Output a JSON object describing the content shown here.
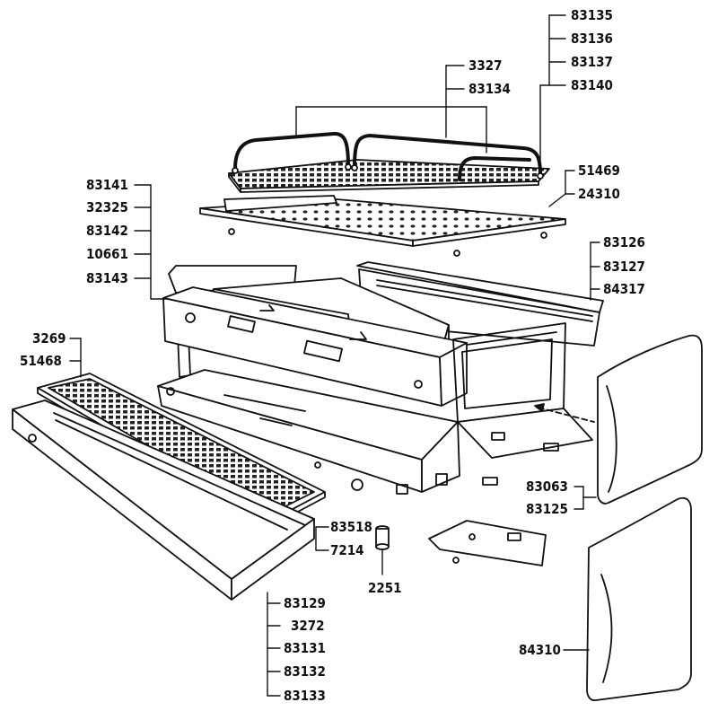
{
  "diagram": {
    "type": "exploded-parts-view",
    "part_groups": {
      "top_right": [
        "83135",
        "83136",
        "83137",
        "83140"
      ],
      "top_rails": [
        "3327",
        "83134"
      ],
      "drip_tray_cover": [
        "51469",
        "24310"
      ],
      "left_frame": [
        "83141",
        "32325",
        "83142",
        "10661",
        "83143"
      ],
      "right_frame": [
        "83126",
        "83127",
        "84317"
      ],
      "front_grille": [
        "3269",
        "51468"
      ],
      "right_side_panel": [
        "83063",
        "83125"
      ],
      "feet": [
        "83518",
        "7214"
      ],
      "foot_bottom": [
        "2251"
      ],
      "base_tray": [
        "83129",
        "3272",
        "83131",
        "83132",
        "83133"
      ],
      "rear_side_panel": [
        "84310"
      ]
    }
  }
}
